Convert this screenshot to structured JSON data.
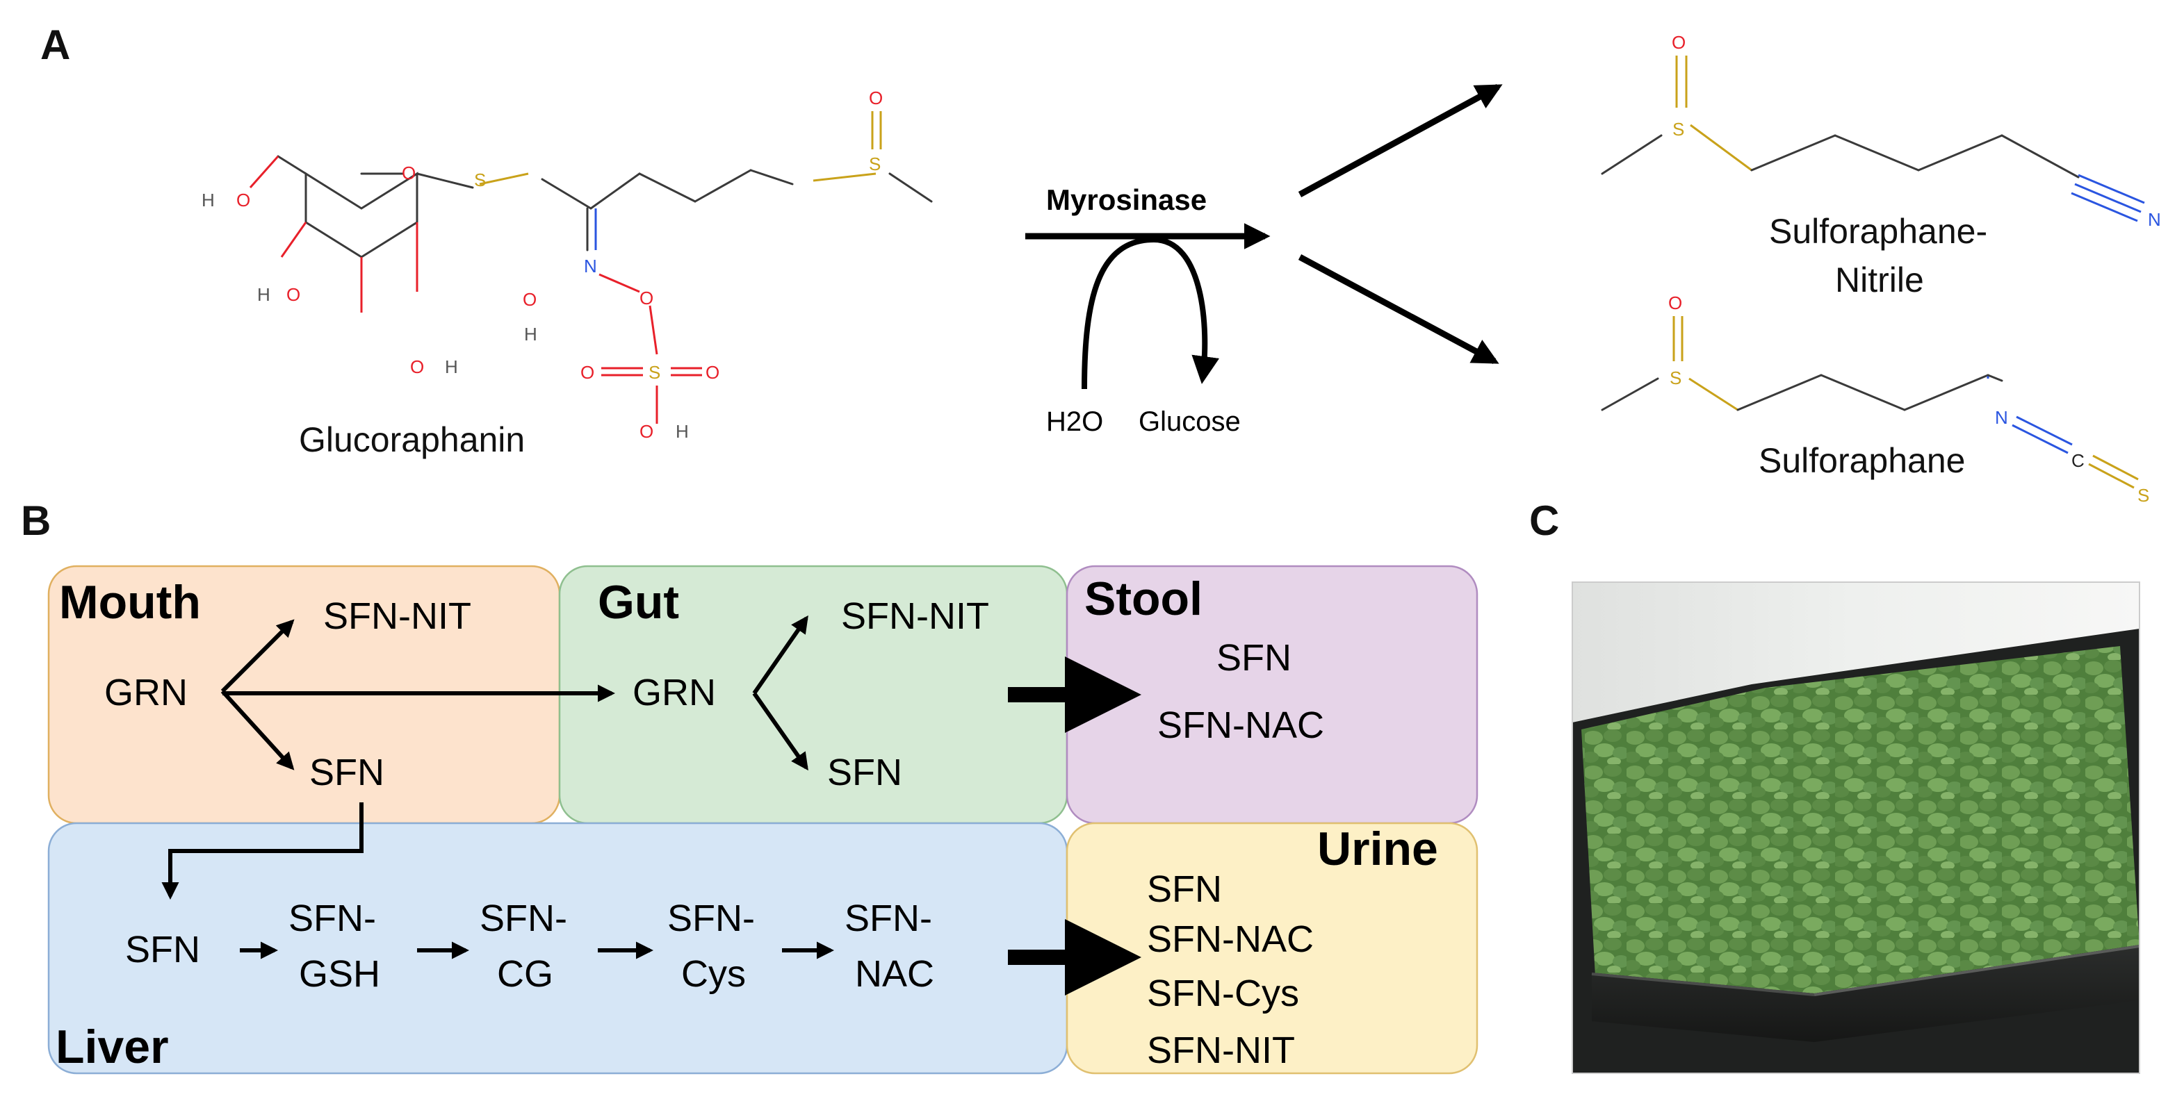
{
  "panels": {
    "a": "A",
    "b": "B",
    "c": "C"
  },
  "panel_a": {
    "glucoraphanin": "Glucoraphanin",
    "enzyme": "Myrosinase",
    "cofactor_in": "H2O",
    "cofactor_out": "Glucose",
    "product_nitrile_line1": "Sulforaphane-",
    "product_nitrile_line2": "Nitrile",
    "product_sfn": "Sulforaphane",
    "atoms": {
      "o": "O",
      "s": "S",
      "n": "N",
      "h": "H",
      "c": "C"
    },
    "colors": {
      "oxygen": "#e8202a",
      "sulfur": "#c9a21a",
      "nitrogen": "#2a55e0"
    }
  },
  "panel_b": {
    "boxes": {
      "mouth": {
        "title": "Mouth",
        "color": "#fde3cd",
        "border": "#e0b060"
      },
      "gut": {
        "title": "Gut",
        "color": "#d5ead5",
        "border": "#8fbf8f"
      },
      "stool": {
        "title": "Stool",
        "color": "#e6d4e8",
        "border": "#b08cc0"
      },
      "liver": {
        "title": "Liver",
        "color": "#d6e6f6",
        "border": "#8caed6"
      },
      "urine": {
        "title": "Urine",
        "color": "#fdf0c6",
        "border": "#e0c070"
      }
    },
    "mouth": {
      "grn": "GRN",
      "nit": "SFN-NIT",
      "sfn": "SFN"
    },
    "gut": {
      "grn": "GRN",
      "nit": "SFN-NIT",
      "sfn": "SFN"
    },
    "stool": {
      "items": [
        "SFN",
        "SFN-NAC"
      ]
    },
    "liver": {
      "steps": [
        {
          "l1": "SFN",
          "l2": ""
        },
        {
          "l1": "SFN-",
          "l2": "GSH"
        },
        {
          "l1": "SFN-",
          "l2": "CG"
        },
        {
          "l1": "SFN-",
          "l2": "Cys"
        },
        {
          "l1": "SFN-",
          "l2": "NAC"
        }
      ]
    },
    "urine": {
      "items": [
        "SFN",
        "SFN-NAC",
        "SFN-Cys",
        "SFN-NIT"
      ]
    }
  },
  "panel_c": {
    "photo": "broccoli-sprouts-tray"
  }
}
